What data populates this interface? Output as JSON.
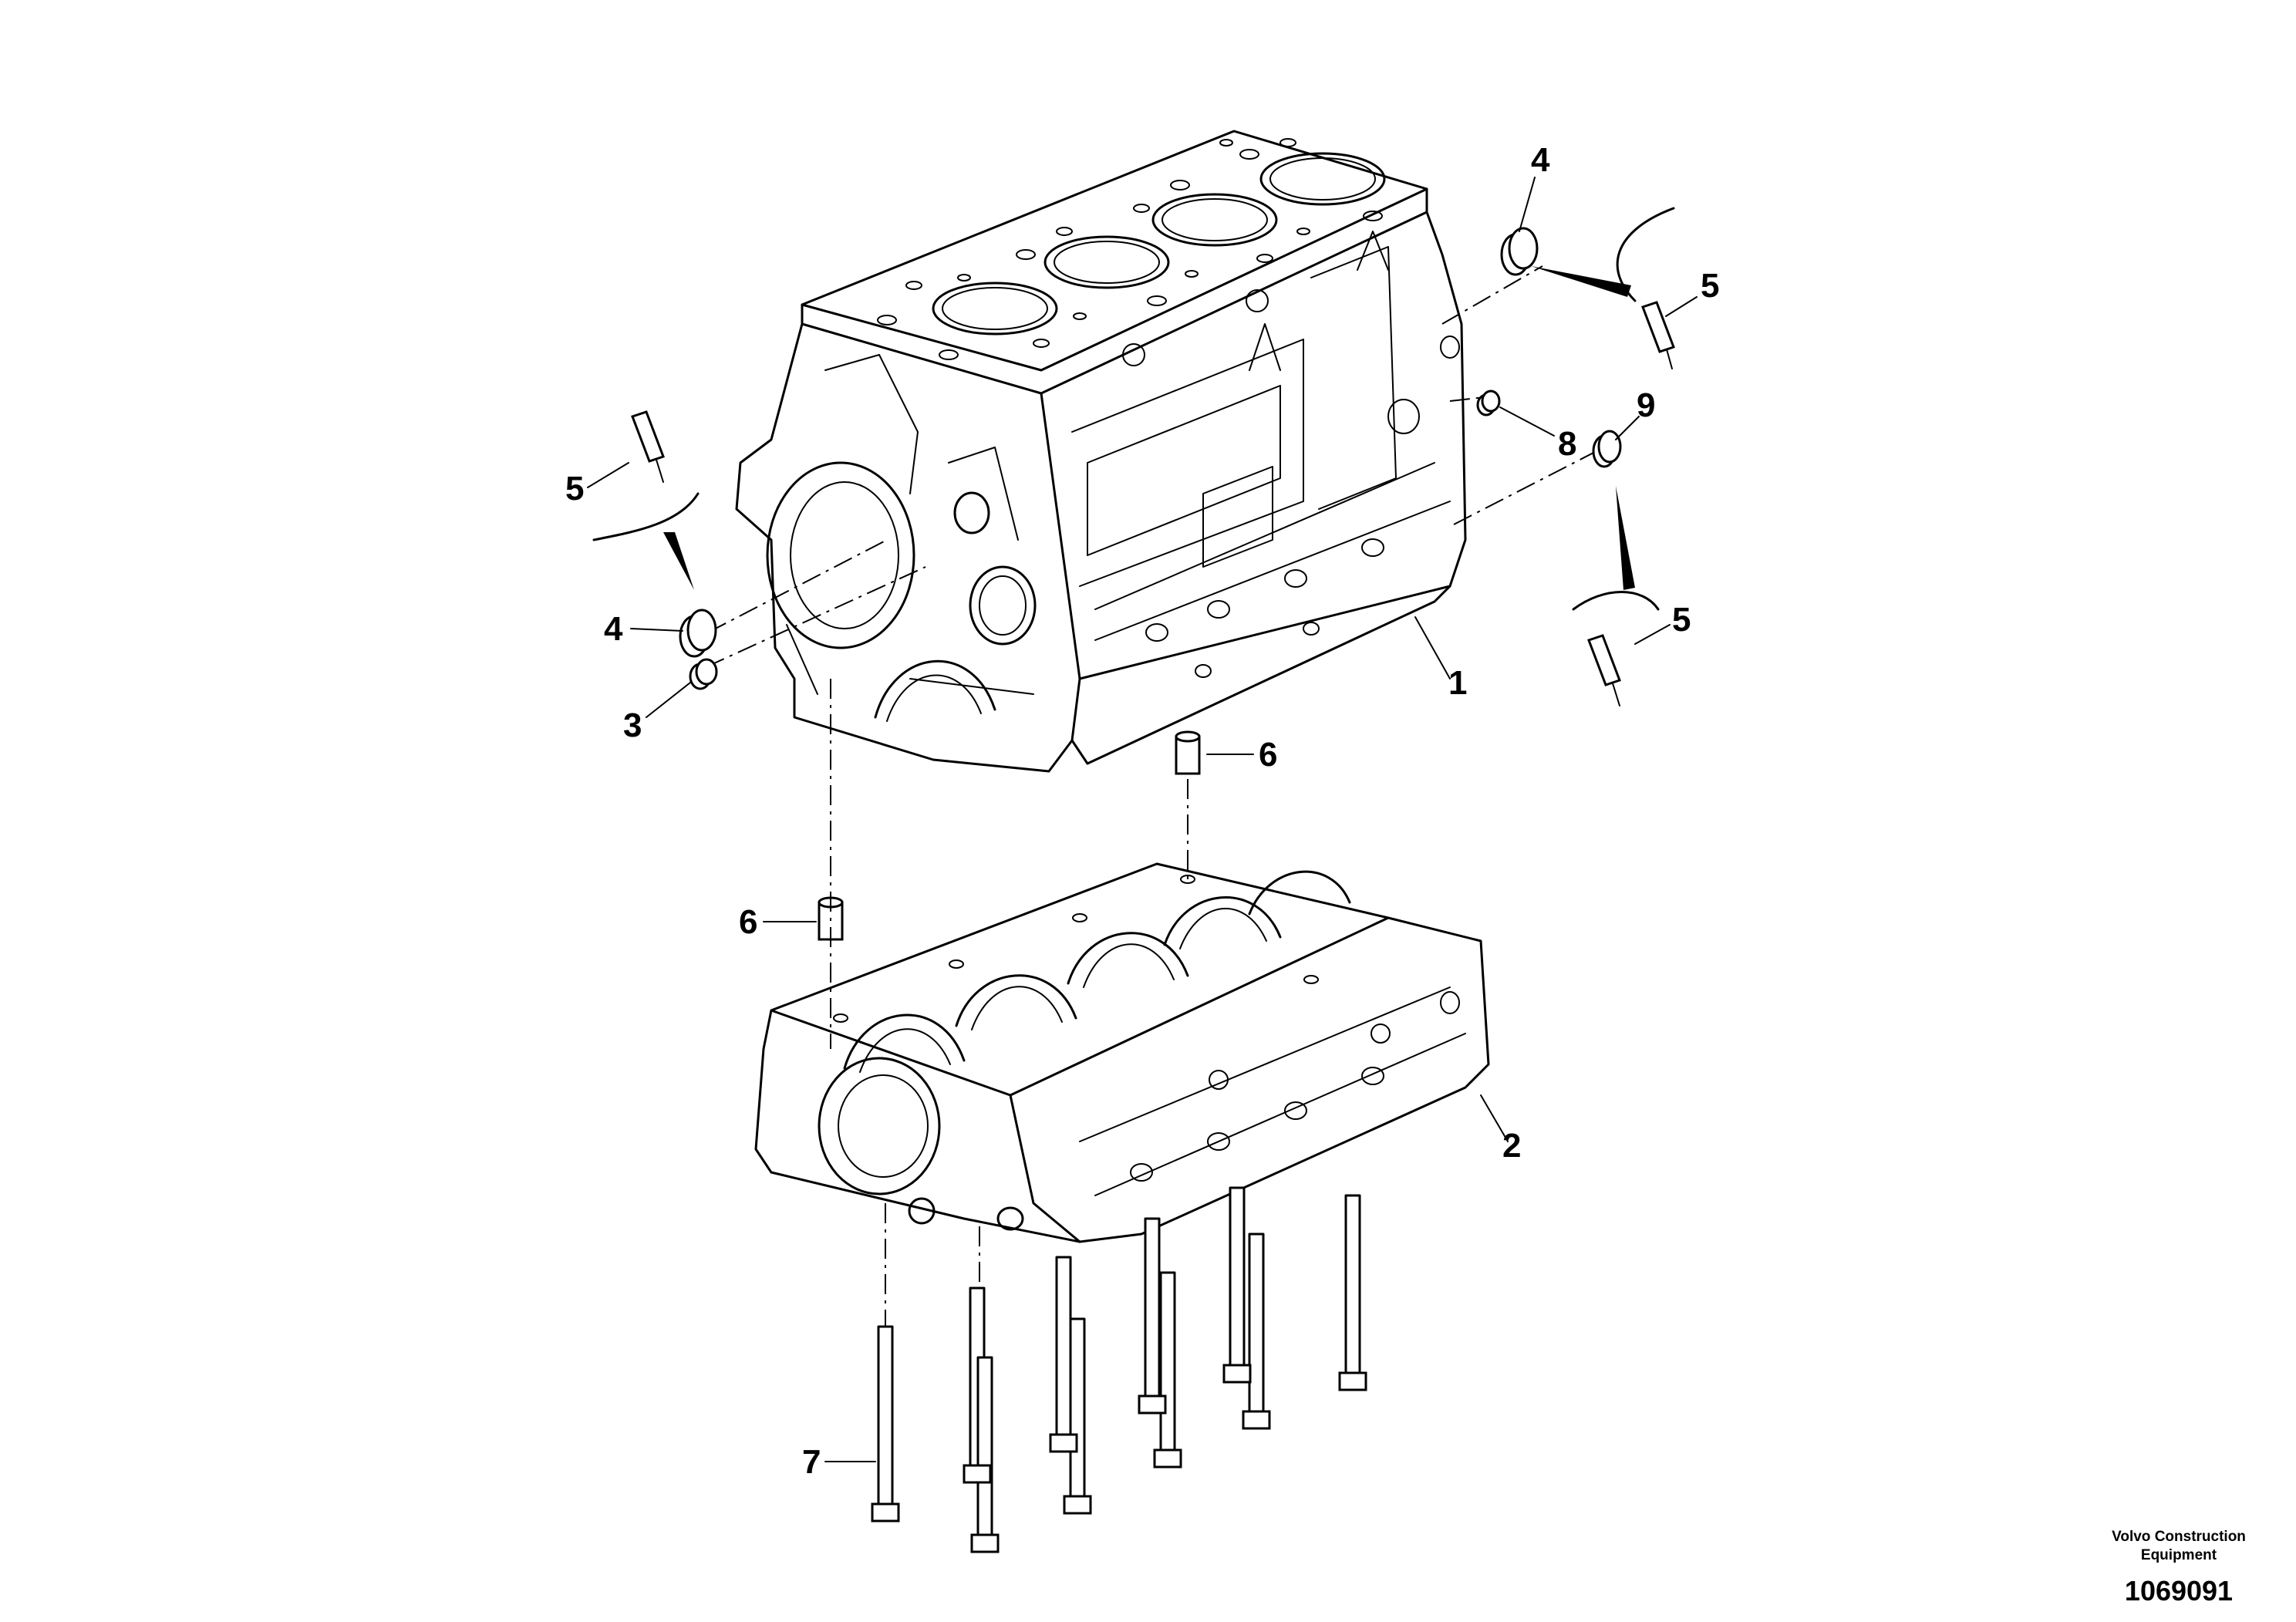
{
  "callouts": {
    "c1": "1",
    "c2": "2",
    "c3": "3",
    "c4a": "4",
    "c4b": "4",
    "c5a": "5",
    "c5b": "5",
    "c5c": "5",
    "c6a": "6",
    "c6b": "6",
    "c7": "7",
    "c8": "8",
    "c9": "9"
  },
  "footer": {
    "company_line1": "Volvo Construction",
    "company_line2": "Equipment",
    "drawing_number": "1069091"
  }
}
